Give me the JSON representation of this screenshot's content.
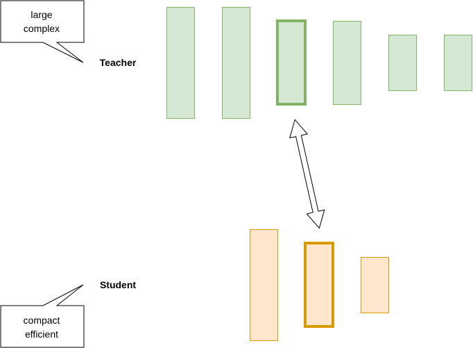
{
  "callouts": {
    "teacher": {
      "line1": "large",
      "line2": "complex"
    },
    "student": {
      "line1": "compact",
      "line2": "efficient"
    }
  },
  "labels": {
    "teacher": "Teacher",
    "student": "Student"
  },
  "colors": {
    "teacher_fill": "#d5e8d4",
    "teacher_stroke": "#82b366",
    "student_fill": "#ffe6cc",
    "student_stroke": "#d79b00",
    "line": "#000000",
    "background": "#ffffff"
  },
  "teacher_layers": {
    "count": 6,
    "highlighted_index": 2
  },
  "student_layers": {
    "count": 3,
    "highlighted_index": 1
  },
  "connector": {
    "type": "bidirectional-arrow",
    "links": [
      "teacher-layer-3",
      "student-layer-2"
    ]
  }
}
